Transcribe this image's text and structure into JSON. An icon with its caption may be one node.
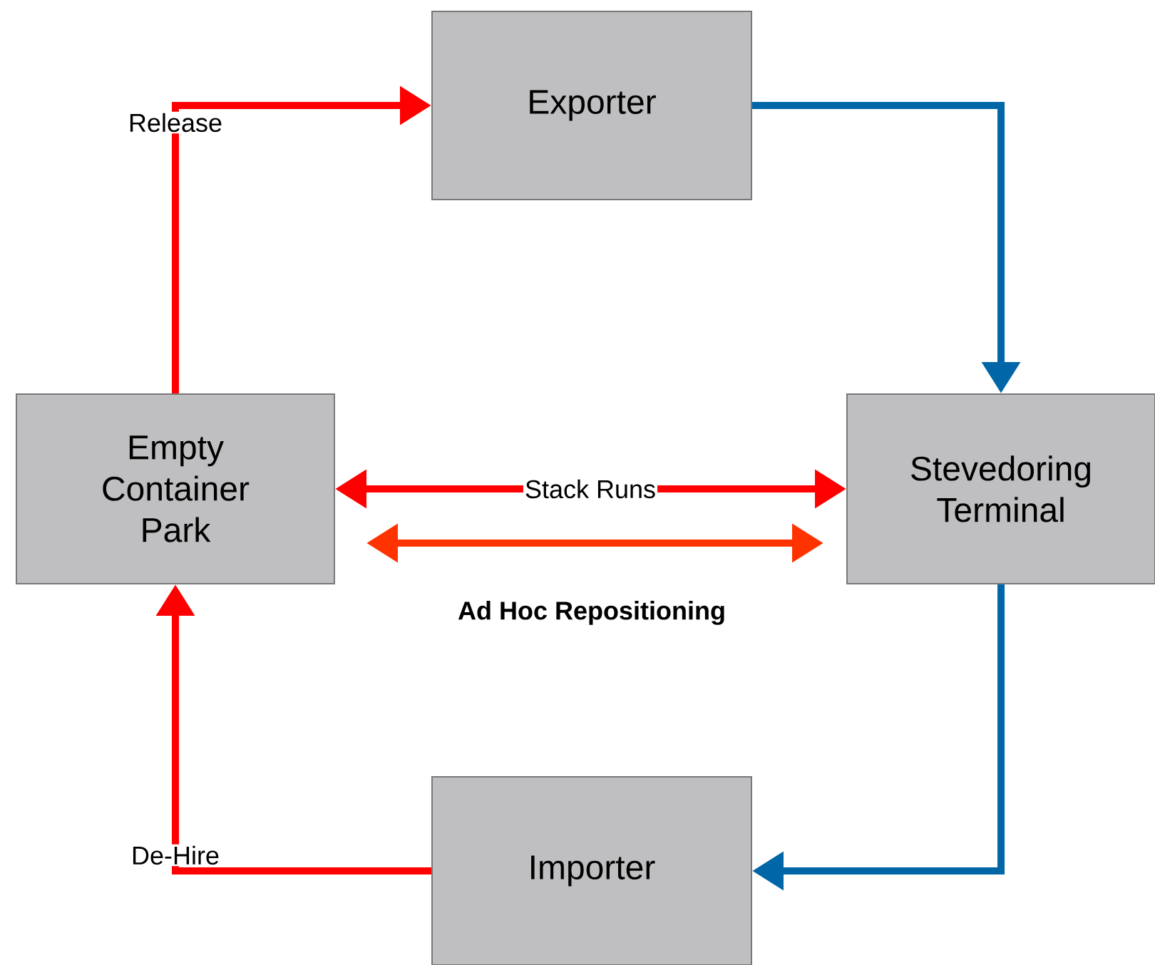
{
  "diagram": {
    "nodes": [
      {
        "text": [
          "Exporter"
        ]
      },
      {
        "text": [
          "Empty Container Park"
        ]
      },
      {
        "text": [
          "Stevedoring Terminal"
        ]
      },
      {
        "text": [
          "Importer"
        ]
      }
    ],
    "edges": [
      {
        "from": 1,
        "to": 0,
        "arrow": "to",
        "label": "Release"
      },
      {
        "from": 0,
        "to": 2,
        "arrow": "to",
        "color": "#0066a8"
      },
      {
        "from": 1,
        "to": 2,
        "arrow": "both",
        "label": "Stack Runs"
      },
      {
        "from": 1,
        "to": 2,
        "arrow": "both",
        "label": "Ad Hoc Repositioning",
        "color": "#ff3300"
      },
      {
        "from": 2,
        "to": 3,
        "arrow": "to",
        "color": "#0066a8"
      },
      {
        "from": 3,
        "to": 1,
        "arrow": "to",
        "label": "De-Hire"
      }
    ]
  }
}
